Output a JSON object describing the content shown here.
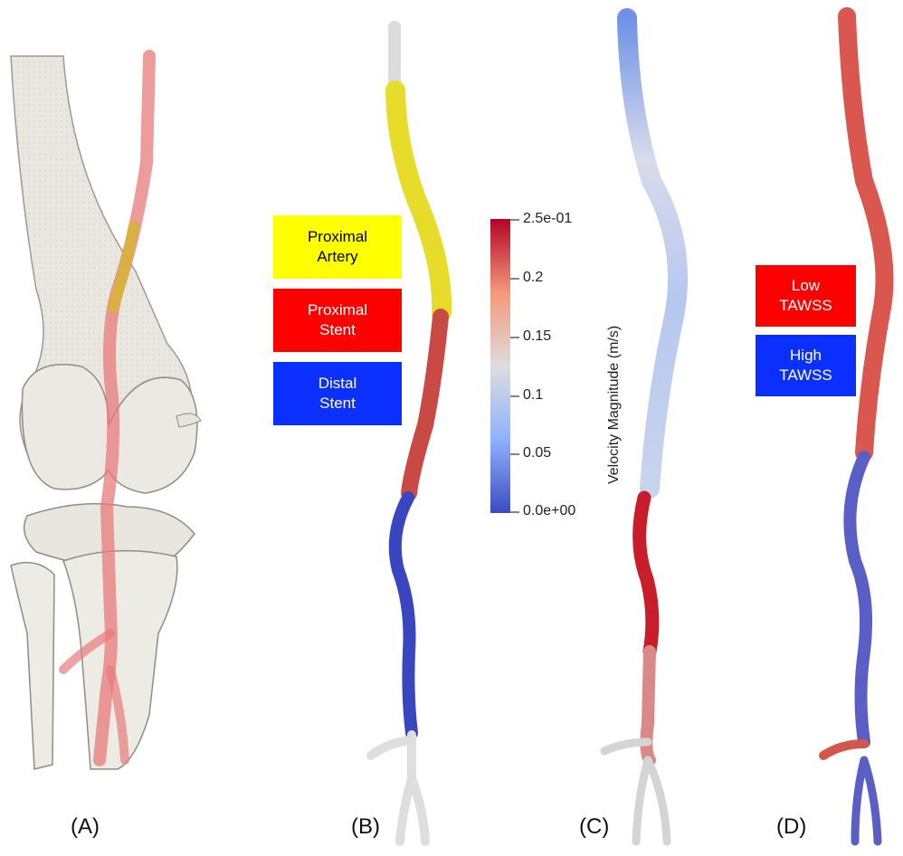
{
  "panels": [
    {
      "id": "A",
      "label": "(A)"
    },
    {
      "id": "B",
      "label": "(B)"
    },
    {
      "id": "C",
      "label": "(C)"
    },
    {
      "id": "D",
      "label": "(D)"
    }
  ],
  "segment_legend": {
    "proximal_artery": {
      "line1": "Proximal",
      "line2": "Artery",
      "color": "#ffff00",
      "text_color": "#000000"
    },
    "proximal_stent": {
      "line1": "Proximal",
      "line2": "Stent",
      "color": "#ff0000",
      "text_color": "#ffffff"
    },
    "distal_stent": {
      "line1": "Distal",
      "line2": "Stent",
      "color": "#0b2fff",
      "text_color": "#ffffff"
    }
  },
  "colorbar": {
    "title": "Velocity Magnitude (m/s)",
    "ticks": [
      "2.5e-01",
      "0.2",
      "0.15",
      "0.1",
      "0.05",
      "0.0e+00"
    ],
    "min_color": "#3b4cc0",
    "mid_color": "#dddddd",
    "max_color": "#b40426"
  },
  "tawss_legend": {
    "low": {
      "line1": "Low",
      "line2": "TAWSS",
      "color": "#ff0000"
    },
    "high": {
      "line1": "High",
      "line2": "TAWSS",
      "color": "#0b2fff"
    }
  }
}
